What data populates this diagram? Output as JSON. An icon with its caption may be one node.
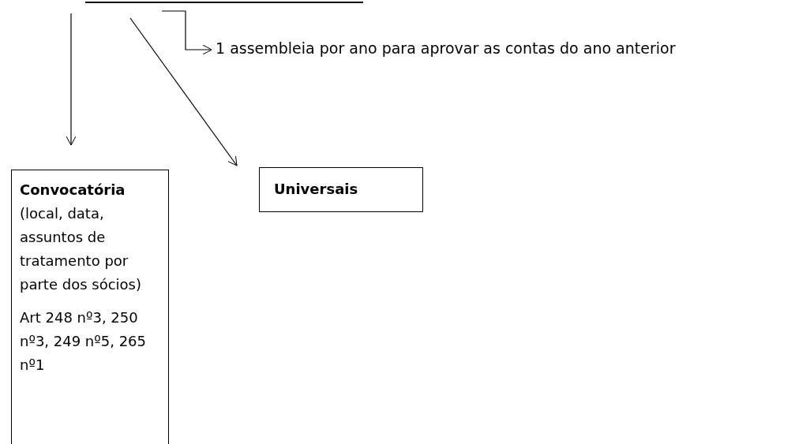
{
  "diagram": {
    "nodes": [
      {
        "text": [],
        "shape": "bar"
      },
      {
        "text": [
          "1 assembleia por ano para aprovar as contas do ano anterior"
        ]
      },
      {
        "text": [
          "Universais"
        ]
      },
      {
        "text": [
          "Convocatória",
          "(local, data, assuntos de tratamento por parte dos sócios)",
          "Art 248 nº3, 250 nº3, 249 nº5, 265 nº1"
        ]
      }
    ],
    "edges": [
      {
        "from": 0,
        "to": 3,
        "arrow": "to"
      },
      {
        "from": 0,
        "to": 1,
        "arrow": "to"
      },
      {
        "from": 0,
        "to": 2,
        "arrow": "to"
      }
    ]
  }
}
